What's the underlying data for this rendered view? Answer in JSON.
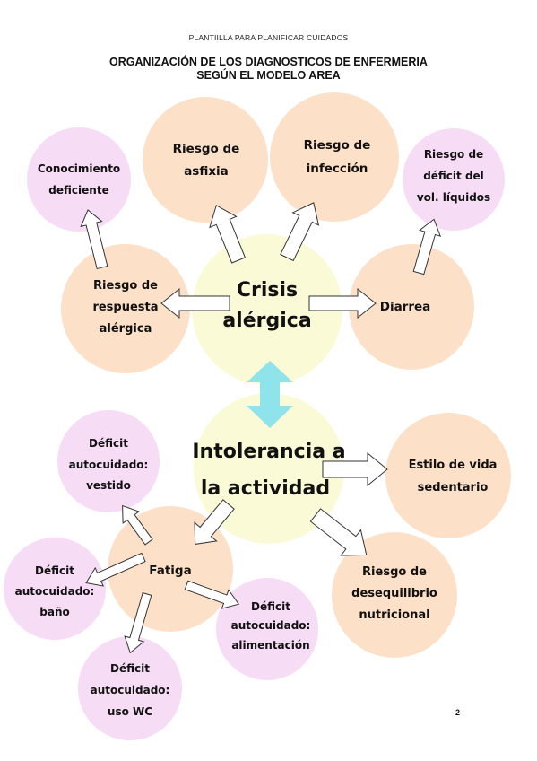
{
  "header": "PLANTIILLA PARA PLANIFICAR CUIDADOS",
  "title_line1": "ORGANIZACIÓN DE LOS DIAGNOSTICOS DE ENFERMERIA",
  "title_line2": "SEGÚN EL MODELO AREA",
  "page_number": "2",
  "colors": {
    "peach": "#fce0c8",
    "lilac": "#f6dcf5",
    "yellow": "#fafad6",
    "cyan": "#8ee4ea"
  },
  "nodes": {
    "crisis": [
      "Crisis",
      "alérgica"
    ],
    "asfixia": [
      "Riesgo de",
      "asfixia"
    ],
    "infeccion": [
      "Riesgo de",
      "infección"
    ],
    "conocimiento": [
      "Conocimiento",
      "deficiente"
    ],
    "deficit_liquidos": [
      "Riesgo de",
      "déficit del",
      "vol. líquidos"
    ],
    "respuesta_alergica": [
      "Riesgo de",
      "respuesta",
      "alérgica"
    ],
    "diarrea": [
      "Diarrea"
    ],
    "intolerancia": [
      "Intolerancia a",
      "la actividad"
    ],
    "estilo_vida": [
      "Estilo de vida",
      "sedentario"
    ],
    "desequilibrio": [
      "Riesgo de",
      "desequilibrio",
      "nutricional"
    ],
    "fatiga": [
      "Fatiga"
    ],
    "vestido": [
      "Déficit",
      "autocuidado:",
      "vestido"
    ],
    "bano": [
      "Déficit",
      "autocuidado:",
      "baño"
    ],
    "alimentacion": [
      "Déficit",
      "autocuidado:",
      "alimentación"
    ],
    "uso_wc": [
      "Déficit",
      "autocuidado:",
      "uso WC"
    ]
  }
}
